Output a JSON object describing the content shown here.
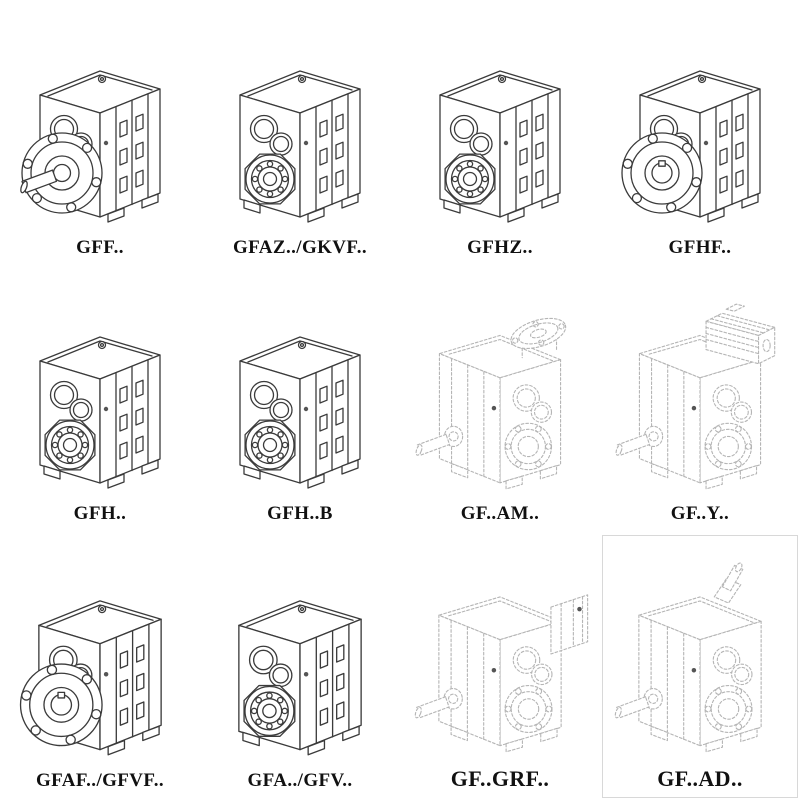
{
  "page": {
    "background": "#ffffff",
    "ink_color": "#3b3b3b",
    "sketch_color": "#b5b5b5"
  },
  "catalog": {
    "items": [
      {
        "label": "GFF..",
        "drawing": "gearbox-flange-solid-shaft"
      },
      {
        "label": "GFAZ../GKVF..",
        "drawing": "gearbox-hollow-shaft"
      },
      {
        "label": "GFHZ..",
        "drawing": "gearbox-hollow-shaft"
      },
      {
        "label": "GFHF..",
        "drawing": "gearbox-flange-hollow"
      },
      {
        "label": "GFH..",
        "drawing": "gearbox-hollow-shaft"
      },
      {
        "label": "GFH..B",
        "drawing": "gearbox-hollow-shaft-backstop"
      },
      {
        "label": "GF..AM..",
        "drawing": "gearbox-iec-adapter-outline"
      },
      {
        "label": "GF..Y..",
        "drawing": "gearbox-motor-outline"
      },
      {
        "label": "GFAF../GFVF..",
        "drawing": "gearbox-flange-hollow"
      },
      {
        "label": "GFA../GFV..",
        "drawing": "gearbox-hollow-shaft"
      },
      {
        "label": "GF..GRF..",
        "drawing": "gearbox-shrink-disc-outline"
      },
      {
        "label": "GF..AD..",
        "drawing": "gearbox-input-shaft-outline"
      }
    ]
  }
}
